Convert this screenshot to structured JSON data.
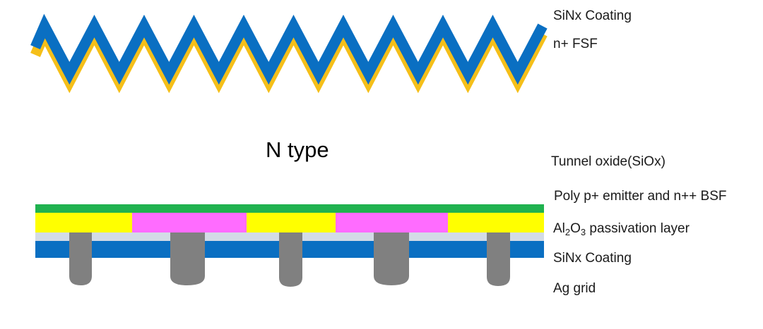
{
  "center_label": "N type",
  "labels": {
    "top_coating": "SiNx Coating",
    "fsf": "n+ FSF",
    "tunnel_oxide": "Tunnel oxide(SiOx)",
    "poly_emitter": "Poly p+ emitter and n++ BSF",
    "al2o3": {
      "prefix": "Al",
      "sub1": "2",
      "mid": "O",
      "sub2": "3",
      "suffix": " passivation layer"
    },
    "bottom_coating": "SiNx Coating",
    "ag_grid": "Ag grid"
  },
  "colors": {
    "sinx": "#0a6fc2",
    "fsf": "#f5bf19",
    "poly_green": "#20b24f",
    "emitter_yellow": "#ffff00",
    "bsf_pink": "#ff6cff",
    "passivation": "#d3dbe6",
    "silver": "#808080"
  }
}
